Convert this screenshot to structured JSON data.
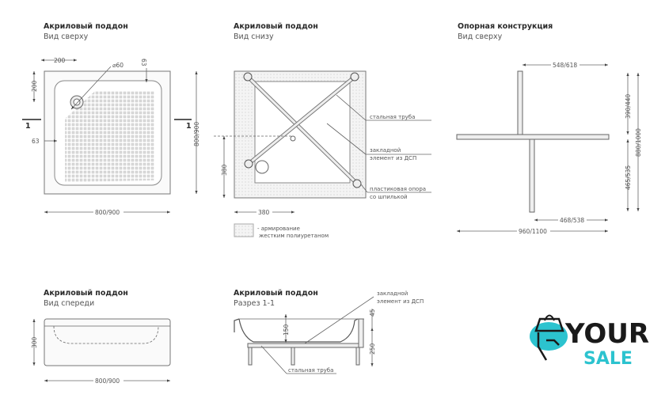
{
  "panels": {
    "top_view": {
      "title": "Акриловый поддон",
      "subtitle": "Вид сверху",
      "dims": {
        "a": "200",
        "b": "200",
        "drain": "⌀60",
        "edge_top": "63",
        "edge_left": "63",
        "width": "800/900",
        "depth": "800/900"
      },
      "section_mark": "1"
    },
    "bottom_view": {
      "title": "Акриловый поддон",
      "subtitle": "Вид снизу",
      "dims": {
        "v": "380",
        "h": "380"
      },
      "labels": {
        "pipe": "стальная труба",
        "insert_1": "закладной",
        "insert_2": "элемент из ДСП",
        "support_1": "пластиковая опора",
        "support_2": "со шпилькой"
      },
      "legend": {
        "line1": "- армирование",
        "line2": "жестким полиуретаном"
      }
    },
    "frame_view": {
      "title": "Опорная конструкция",
      "subtitle": "Вид сверху",
      "dims": {
        "top": "548/618",
        "upper": "390/440",
        "total_v": "880/1000",
        "lower": "465/535",
        "bottom": "468/538",
        "total_h": "960/1100"
      }
    },
    "front_view": {
      "title": "Акриловый поддон",
      "subtitle": "Вид спереди",
      "dims": {
        "height": "300",
        "width": "800/900"
      }
    },
    "section_view": {
      "title": "Акриловый поддон",
      "subtitle": "Разрез 1-1",
      "dims": {
        "depth": "150",
        "rim": "45",
        "height": "250"
      },
      "labels": {
        "insert_1": "закладной",
        "insert_2": "элемент из ДСП",
        "pipe": "стальная труба"
      }
    }
  },
  "logo": {
    "line1": "YOUR",
    "line2": "SALE",
    "colors": {
      "accent": "#2cc3cf",
      "dark": "#1a1a1a"
    }
  }
}
